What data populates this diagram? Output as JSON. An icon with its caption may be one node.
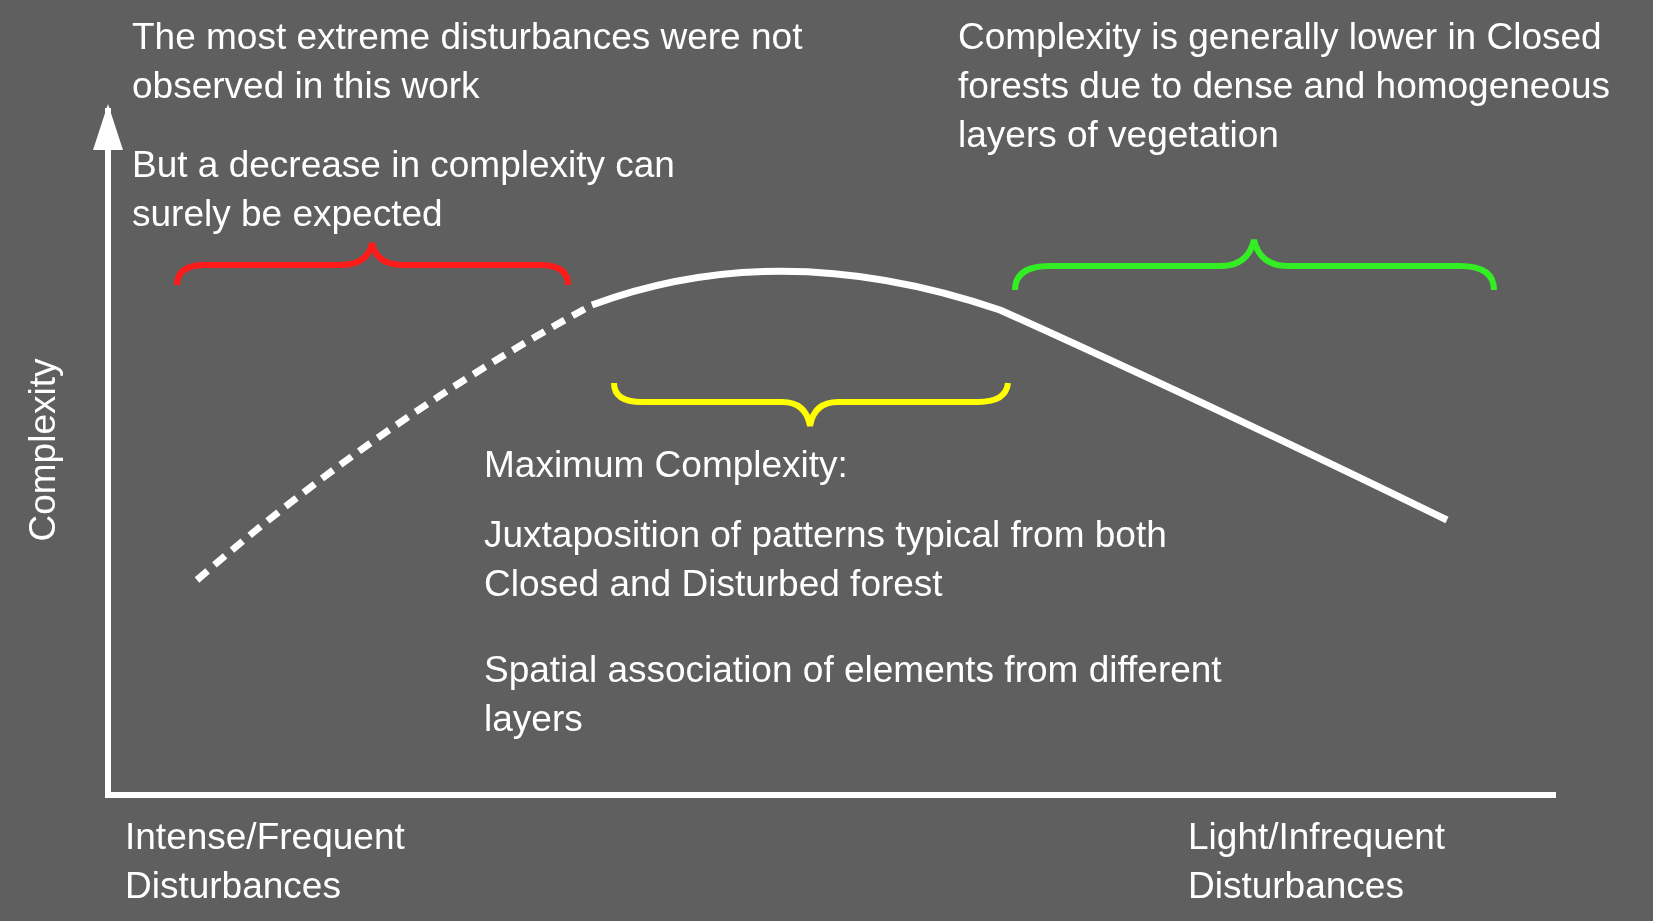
{
  "diagram": {
    "labels": [
      "The most extreme disturbances were not observed in this work",
      "Complexity is generally lower in Closed forests due to dense and homogeneous layers of vegetation",
      "But a decrease in complexity can surely be expected",
      "Complexity",
      "Maximum Complexity:",
      "Juxtaposition of patterns typical from both Closed and Disturbed forest",
      "Spatial association of elements from different layers",
      "Intense/Frequent Disturbances",
      "Light/Infrequent Disturbances"
    ]
  }
}
